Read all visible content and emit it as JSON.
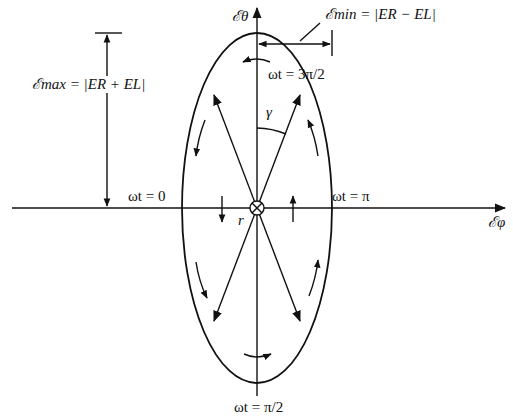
{
  "diagram": {
    "labels": [
      "ℰmin = |ER − EL|",
      "ℰmax = |ER + EL|",
      "ℰθ",
      "ℰφ",
      "ωt = 3π/2",
      "ωt = 0",
      "ωt = π",
      "ωt = π/2",
      "γ",
      "r"
    ]
  }
}
